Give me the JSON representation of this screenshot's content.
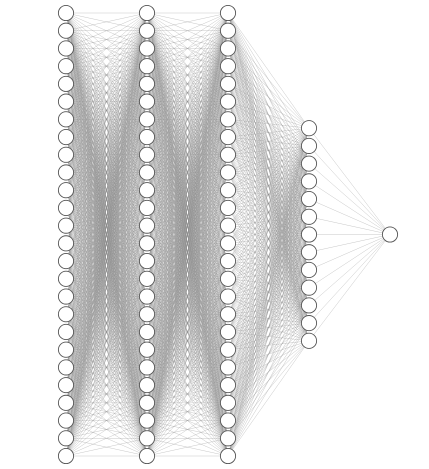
{
  "network": {
    "layers": [
      {
        "id": "layer-1",
        "neurons": 26
      },
      {
        "id": "layer-2",
        "neurons": 26
      },
      {
        "id": "layer-3",
        "neurons": 26
      },
      {
        "id": "layer-4",
        "neurons": 13
      },
      {
        "id": "layer-5",
        "neurons": 1
      }
    ],
    "colors": {
      "neuron_fill": "#ffffff",
      "neuron_stroke": "#555555",
      "edge": "#8c8c8c"
    }
  }
}
